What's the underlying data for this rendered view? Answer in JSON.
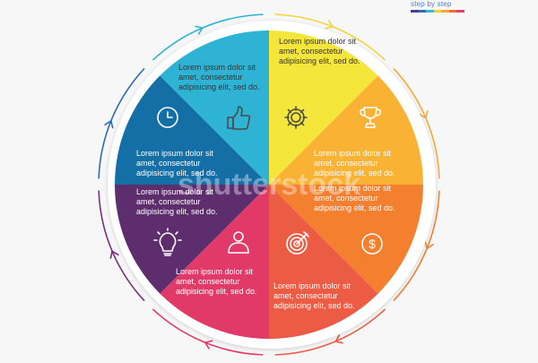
{
  "brand": {
    "label": "step by step",
    "strip_colors": [
      "#4a3f8f",
      "#2f6db3",
      "#3bb8d6",
      "#f4d03f",
      "#f7a833",
      "#f06a3a",
      "#e33f6f"
    ]
  },
  "watermark": "shutterstock",
  "segments": [
    {
      "id": "yellow",
      "color": "#f5e63b",
      "icon": "thumbs-up-icon",
      "text": [
        "Lorem ipsum dolor sit",
        "amet, consectetur",
        "adipisicing elit, sed do."
      ]
    },
    {
      "id": "light-orange",
      "color": "#f9b233",
      "icon": "gear-icon",
      "text": [
        "Lorem ipsum dolor sit",
        "amet, consectetur",
        "adipisicing elit, sed do."
      ]
    },
    {
      "id": "orange",
      "color": "#f4802f",
      "icon": "trophy-icon",
      "text": [
        "Lorem ipsum dolor sit",
        "amet, consectetur",
        "adipisicing elit, sed do."
      ]
    },
    {
      "id": "red",
      "color": "#ec5b44",
      "icon": "dollar-coin-icon",
      "text": [
        "Lorem ipsum dolor sit",
        "amet, consectetur",
        "adipisicing elit, sed do."
      ]
    },
    {
      "id": "pink",
      "color": "#e23a68",
      "icon": "target-icon",
      "text": [
        "Lorem ipsum dolor sit",
        "amet, consectetur",
        "adipisicing elit, sed do."
      ]
    },
    {
      "id": "purple",
      "color": "#5d2d6e",
      "icon": "person-icon",
      "text": [
        "Lorem ipsum dolor sit",
        "amet, consectetur",
        "adipisicing elit, sed do."
      ]
    },
    {
      "id": "dark-blue",
      "color": "#136fa6",
      "icon": "lightbulb-icon",
      "text": [
        "Lorem ipsum dolor sit",
        "amet, consectetur",
        "adipisicing elit, sed do."
      ]
    },
    {
      "id": "light-blue",
      "color": "#2fb3d4",
      "icon": "clock-icon",
      "text": [
        "Lorem ipsum dolor sit",
        "amet, consectetur",
        "adipisicing elit, sed do."
      ]
    }
  ]
}
